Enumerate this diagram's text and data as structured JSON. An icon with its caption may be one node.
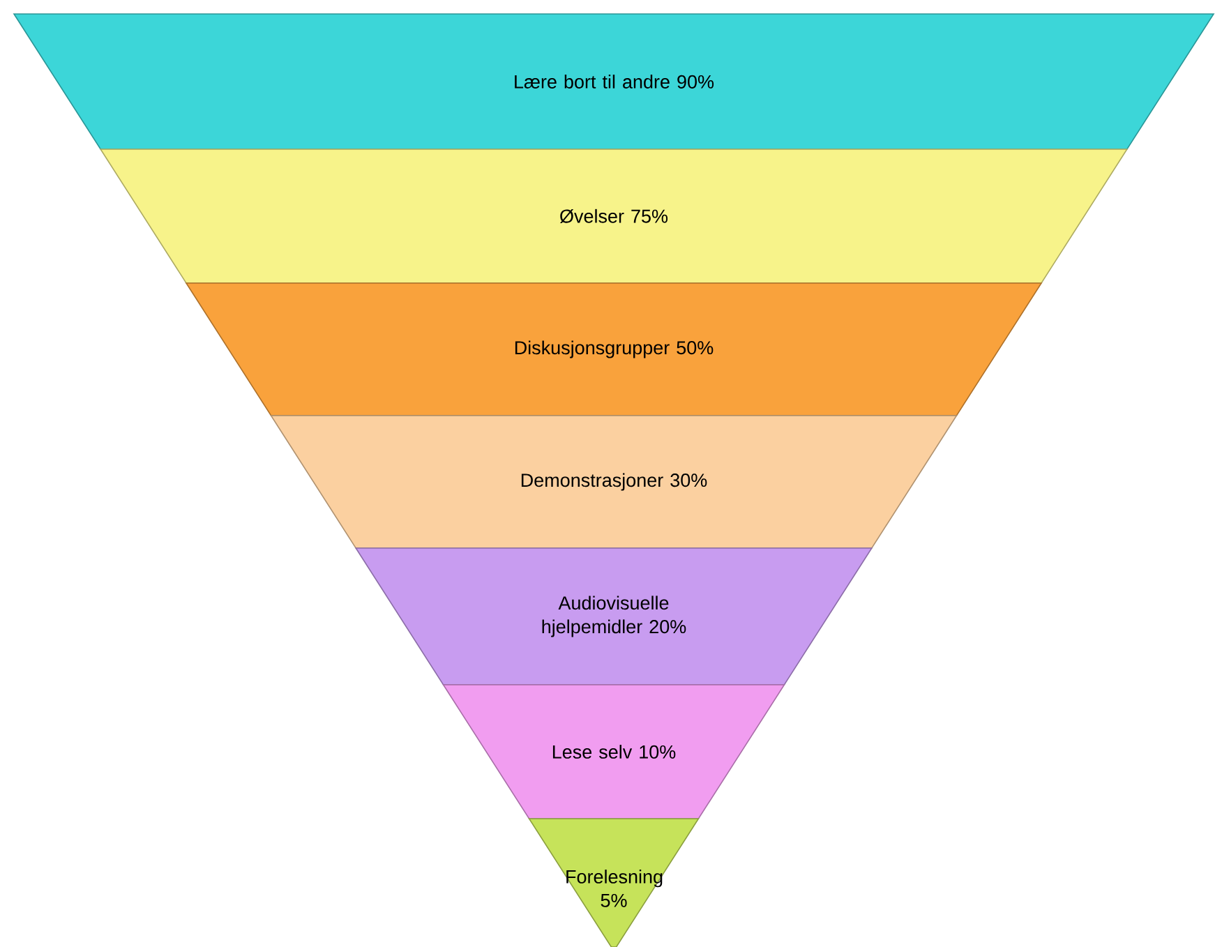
{
  "diagram": {
    "nodes": [
      {
        "text": [
          "Lære bort til andre 90%"
        ]
      },
      {
        "text": [
          "Øvelser 75%"
        ]
      },
      {
        "text": [
          "Diskusjonsgrupper 50%"
        ]
      },
      {
        "text": [
          "Demonstrasjoner 30%"
        ]
      },
      {
        "text": [
          "Audiovisuelle hjelpemidler 20%"
        ]
      },
      {
        "text": [
          "Lese selv 10%"
        ]
      },
      {
        "text": [
          "Forelesning 5%"
        ]
      }
    ]
  }
}
